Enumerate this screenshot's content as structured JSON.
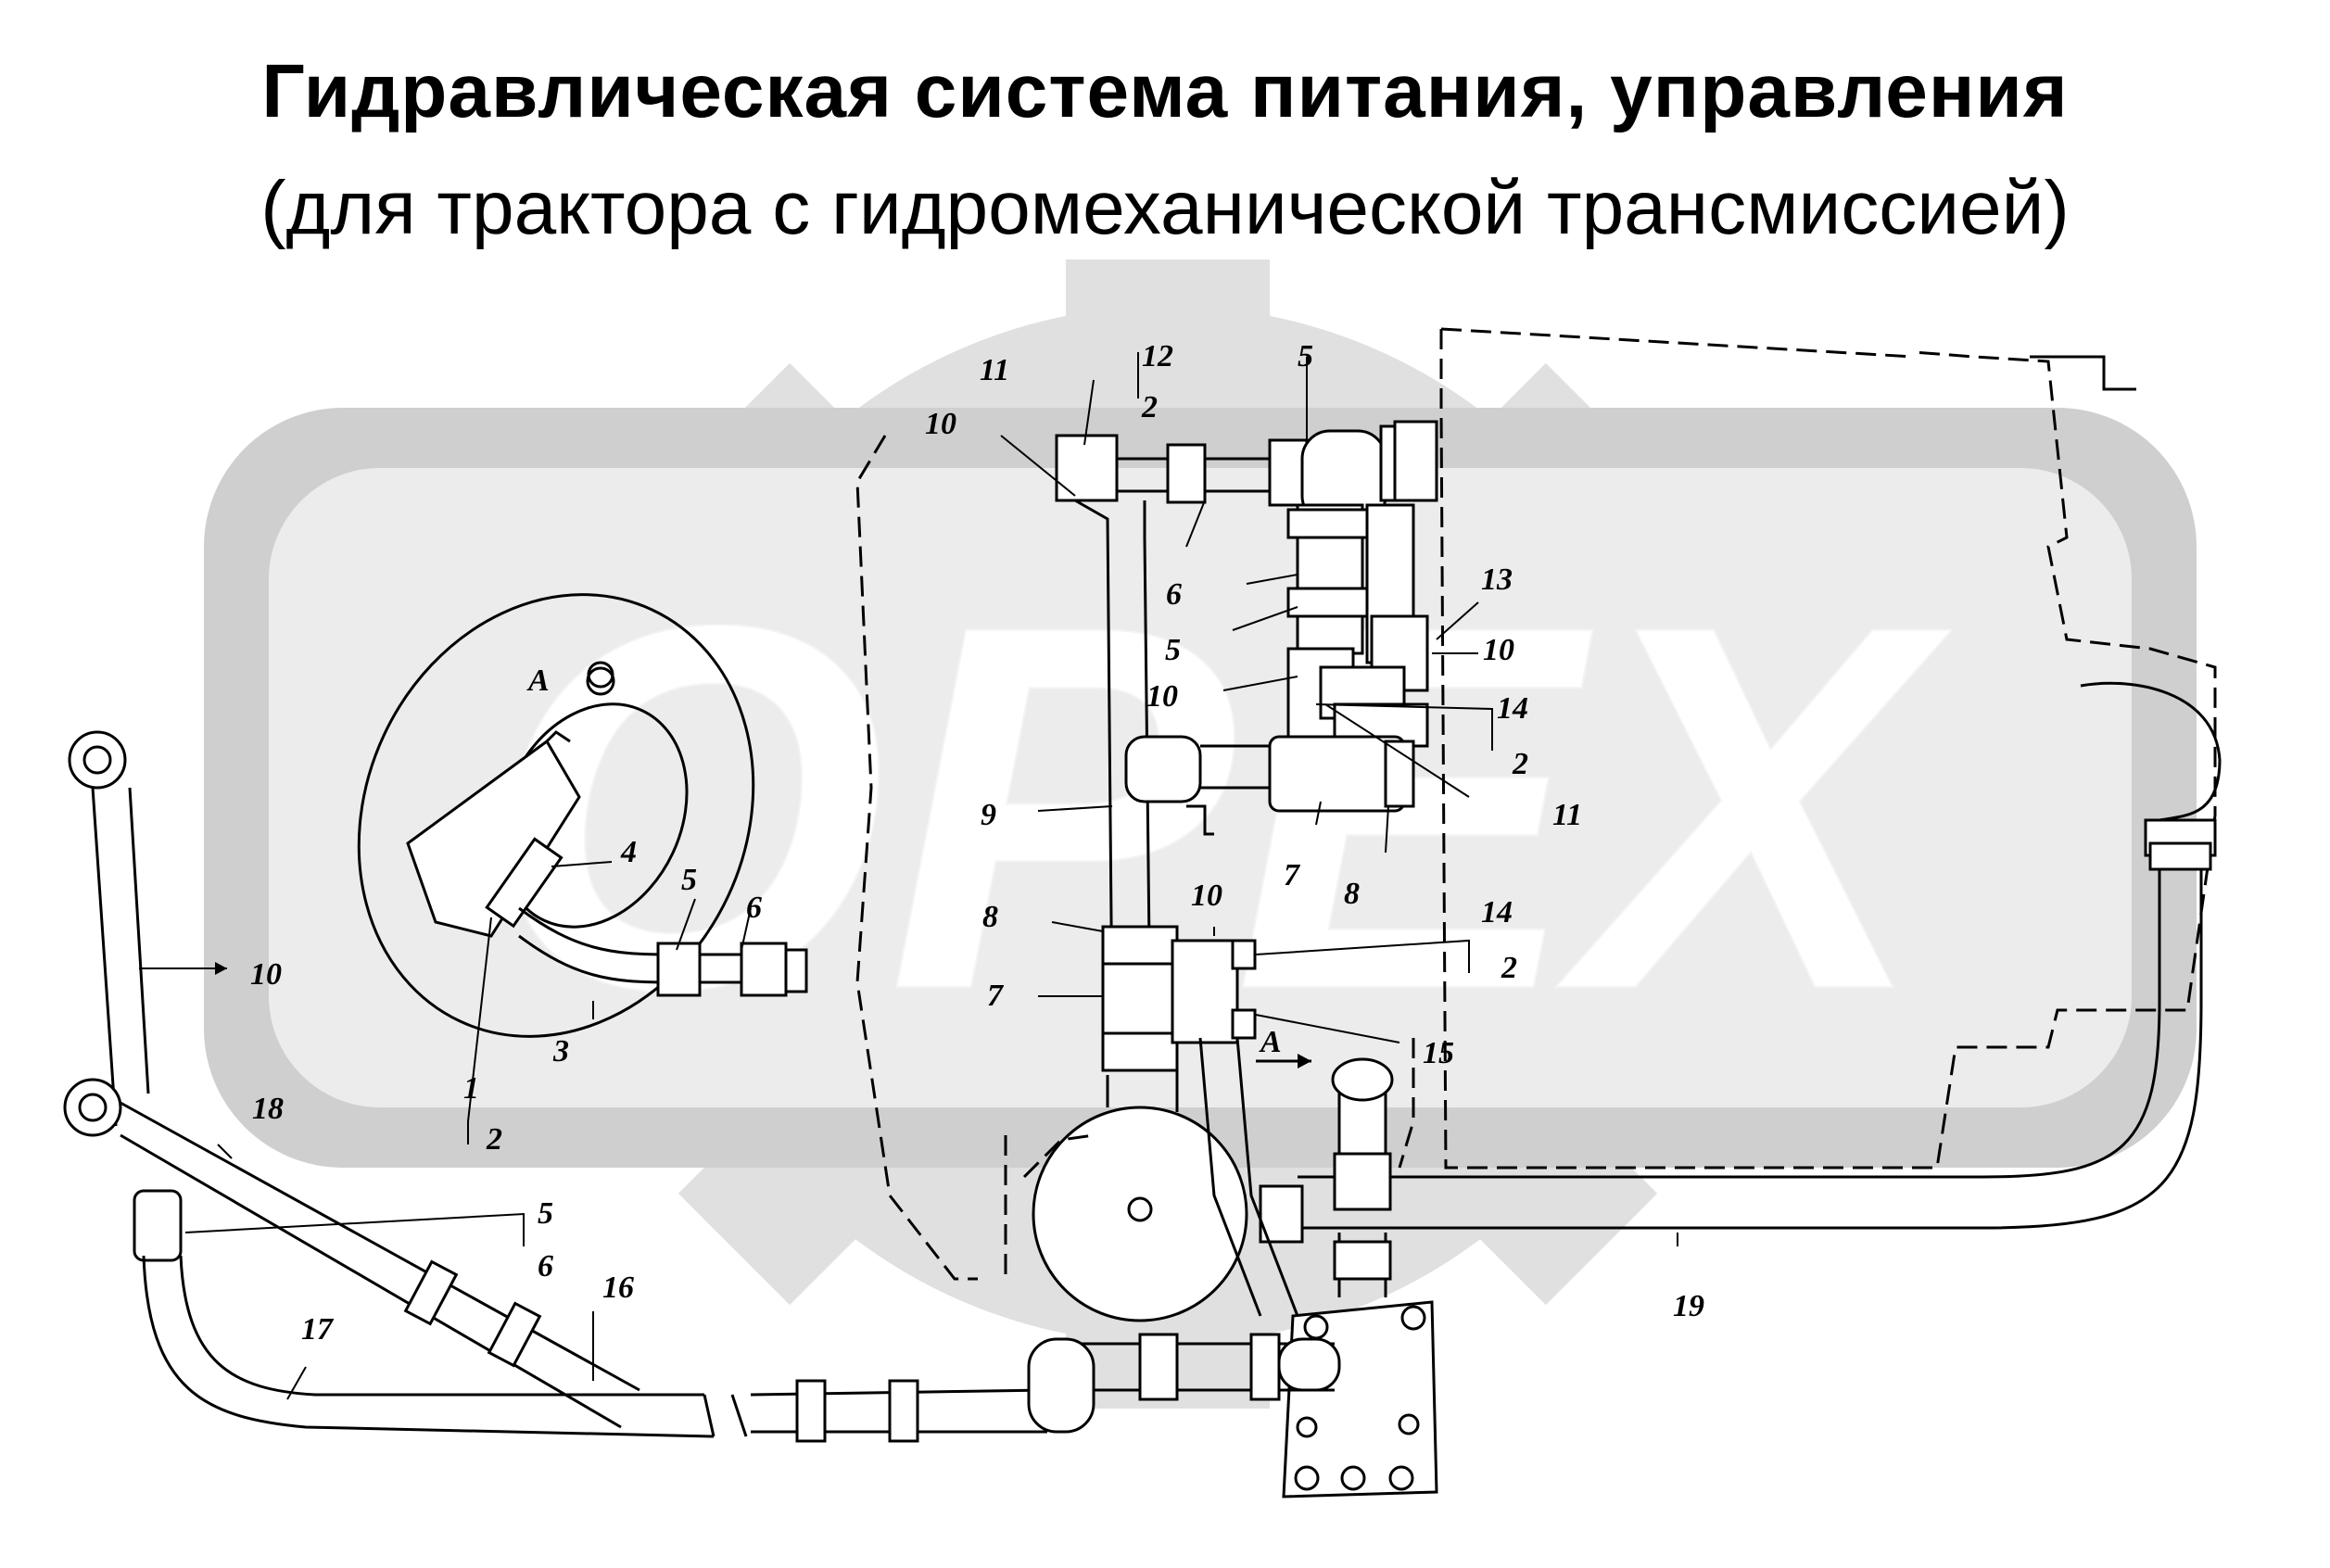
{
  "title": "Гидравлическая система питания, управления",
  "subtitle": "(для трактора с гидромеханической трансмиссией)",
  "watermark": {
    "text": "OPEX",
    "color": "#d9d9d9"
  },
  "view_mark": "А",
  "callouts": [
    "12",
    "2",
    "11",
    "5",
    "10",
    "6",
    "13",
    "5",
    "10",
    "10",
    "14",
    "2",
    "11",
    "9",
    "7",
    "8",
    "4",
    "5",
    "6",
    "8",
    "10",
    "14",
    "2",
    "7",
    "15",
    "10",
    "3",
    "1",
    "2",
    "18",
    "5",
    "6",
    "16",
    "17",
    "19"
  ]
}
